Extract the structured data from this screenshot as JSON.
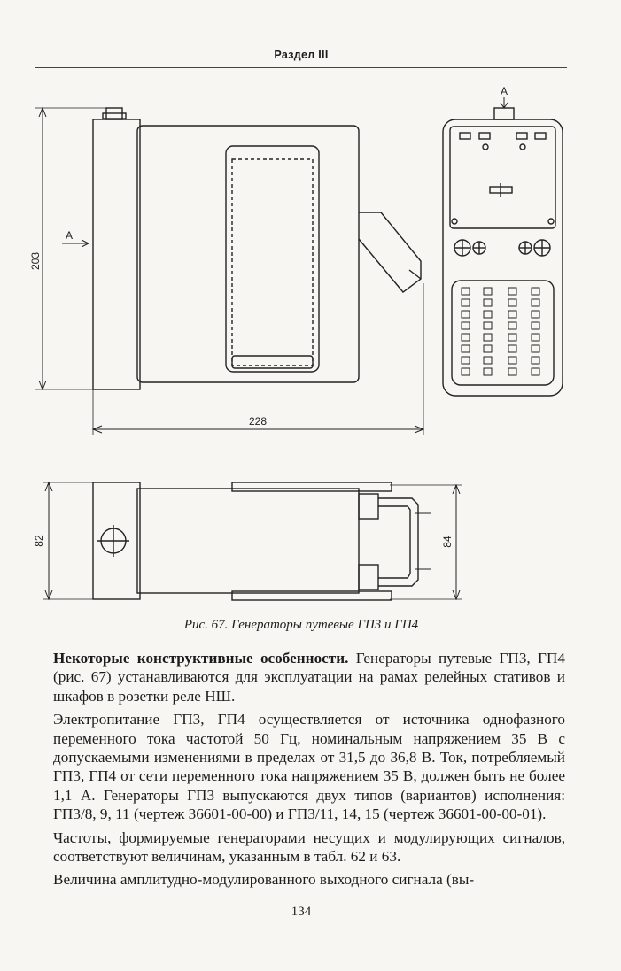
{
  "header": {
    "section": "Раздел III"
  },
  "figure": {
    "dims": {
      "height_203": "203",
      "width_228": "228",
      "depth_82": "82",
      "depth_84": "84",
      "view_a_left": "A",
      "view_a_right": "A"
    },
    "caption": "Рис. 67. Генераторы путевые ГП3 и ГП4"
  },
  "body": {
    "p1_lead": "Некоторые конструктивные особенности.",
    "p1_rest": " Генераторы путевые ГП3, ГП4 (рис. 67) устанавливаются для эксплуатации на рамах релейных стативов и шкафов в розетки реле НШ.",
    "p2": "Электропитание ГП3, ГП4 осуществляется от источника однофазного переменного тока частотой 50 Гц, номинальным напряжением 35 В с допускаемыми изменениями в пределах от 31,5 до 36,8 В. Ток, потребляемый ГП3, ГП4 от сети переменного тока напряжением 35 В, должен быть не более 1,1 А. Генераторы ГП3 выпускаются двух типов (вариантов) исполнения: ГП3/8, 9, 11 (чертеж 36601-00-00) и ГП3/11, 14, 15 (чертеж 36601-00-00-01).",
    "p3": "Частоты, формируемые генераторами несущих и модулирующих сигналов, соответствуют величинам, указанным в табл. 62 и 63.",
    "p4": "Величина амплитудно-модулированного выходного сигнала (вы-"
  },
  "footer": {
    "page_number": "134"
  }
}
